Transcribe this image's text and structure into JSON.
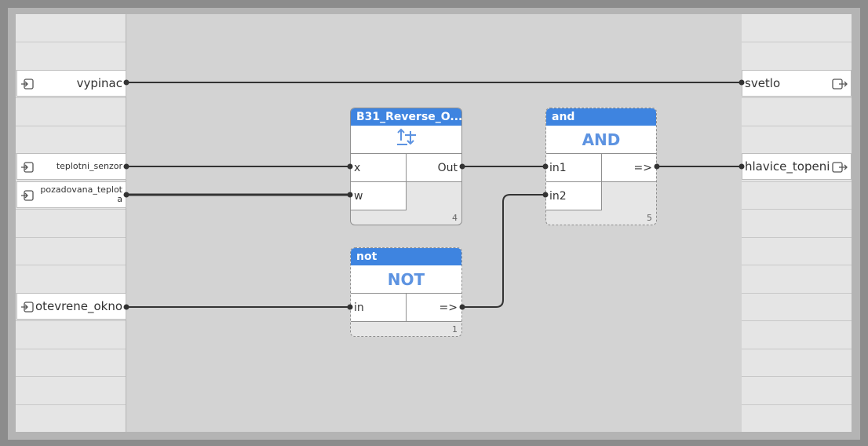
{
  "inputs": {
    "vypinac": "vypinac",
    "teplotni_senzor": "teplotni_senzor",
    "pozadovana_line1": "pozadovana_teplot",
    "pozadovana_line2": "a",
    "otevrene_okno": "otevrene_okno"
  },
  "outputs": {
    "svetlo": "svetlo",
    "hlavice_topeni": "hlavice_topeni"
  },
  "blocks": {
    "reverse": {
      "title": "B31_Reverse_O...",
      "in1": "x",
      "in2": "w",
      "out": "Out",
      "order": "4"
    },
    "and": {
      "title": "and",
      "symbol": "AND",
      "in1": "in1",
      "in2": "in2",
      "out": "=>",
      "order": "5"
    },
    "not": {
      "title": "not",
      "symbol": "NOT",
      "in1": "in",
      "out": "=>",
      "order": "1"
    }
  },
  "colors": {
    "block_header": "#3e84e0",
    "symbol": "#5d93e1",
    "wire": "#333333"
  },
  "icons": {
    "input_port": "input-port-icon",
    "output_port": "output-port-icon",
    "reverse": "reverse-action-icon"
  }
}
